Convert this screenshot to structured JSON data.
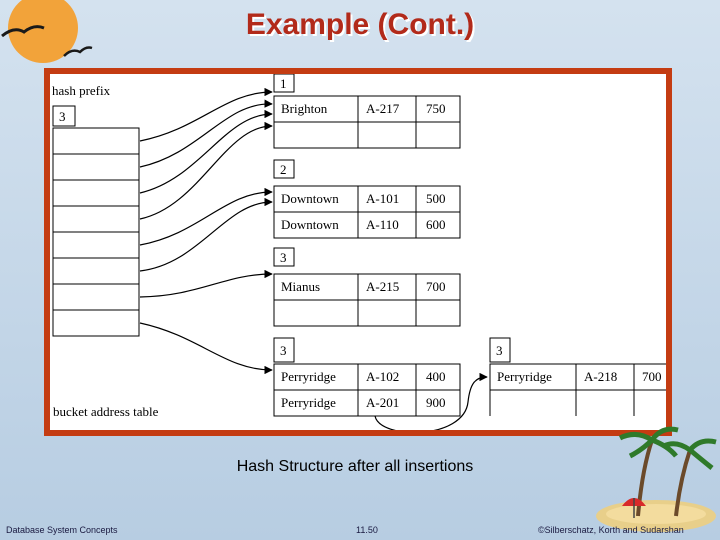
{
  "title": "Example (Cont.)",
  "caption": "Hash Structure after all insertions",
  "diagram": {
    "hash_prefix_label": "hash prefix",
    "hash_prefix_value": "3",
    "bucket_address_table_label": "bucket address table",
    "buckets": [
      {
        "local_depth": "1",
        "records": [
          [
            "Brighton",
            "A-217",
            "750"
          ],
          [
            "",
            "",
            ""
          ]
        ]
      },
      {
        "local_depth": "2",
        "records": [
          [
            "Downtown",
            "A-101",
            "500"
          ],
          [
            "Downtown",
            "A-110",
            "600"
          ]
        ]
      },
      {
        "local_depth": "3",
        "records": [
          [
            "Mianus",
            "A-215",
            "700"
          ],
          [
            "",
            "",
            ""
          ]
        ]
      },
      {
        "local_depth": "3",
        "records": [
          [
            "Perryridge",
            "A-102",
            "400"
          ],
          [
            "Perryridge",
            "A-201",
            "900"
          ]
        ]
      },
      {
        "local_depth": "3",
        "records": [
          [
            "Perryridge",
            "A-218",
            "700"
          ]
        ]
      }
    ],
    "overflow_chain": {
      "from_bucket": 3,
      "to_bucket": 4
    }
  },
  "footer": {
    "left": "Database System Concepts",
    "center": "11.50",
    "right": "©Silberschatz, Korth and Sudarshan"
  },
  "colors": {
    "title": "#b22a1a",
    "frame": "#c43c12",
    "background": "#c6d8ea"
  }
}
